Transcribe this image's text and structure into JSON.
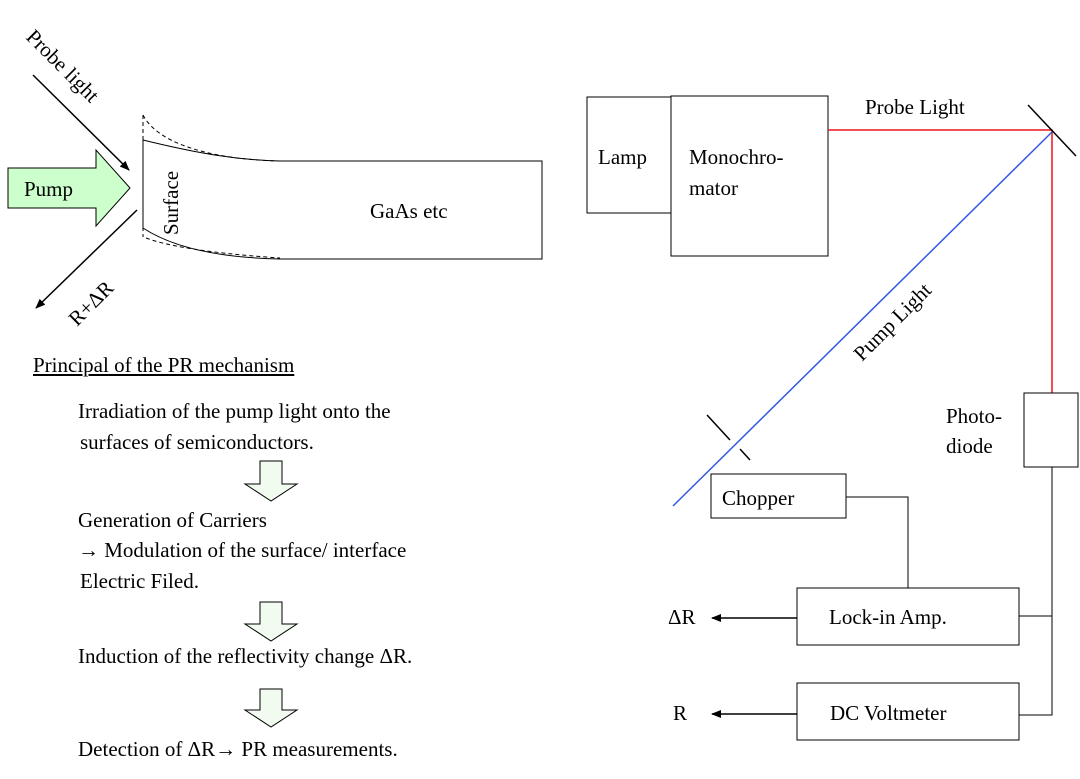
{
  "left_diagram": {
    "probe_light": "Probe light",
    "pump": "Pump",
    "reflected": "R+ΔR",
    "surface": "Surface",
    "sample": "GaAs etc"
  },
  "mechanism": {
    "heading": "Principal of the PR mechanism",
    "steps": [
      [
        "Irradiation of the pump light onto the",
        "surfaces of semiconductors."
      ],
      [
        "Generation of Carriers",
        "→ Modulation of the surface/ interface",
        "Electric Filed."
      ],
      [
        "Induction of the reflectivity change ΔR."
      ],
      [
        "Detection of ΔR→ PR measurements."
      ]
    ]
  },
  "setup": {
    "lamp": "Lamp",
    "monochromator": [
      "Monochro-",
      "mator"
    ],
    "probe_light": "Probe Light",
    "pump_light": "Pump Light",
    "photodiode": [
      "Photo-",
      "diode"
    ],
    "chopper": "Chopper",
    "lockin": "Lock-in Amp.",
    "dc_voltmeter": "DC Voltmeter",
    "delta_r_output": "ΔR",
    "r_output": "R"
  },
  "colors": {
    "probe_beam": "#e8141b",
    "pump_beam": "#3358e6",
    "pump_arrow_fill": "#ccffcc",
    "down_arrow_fill": "#f2fbf0"
  }
}
